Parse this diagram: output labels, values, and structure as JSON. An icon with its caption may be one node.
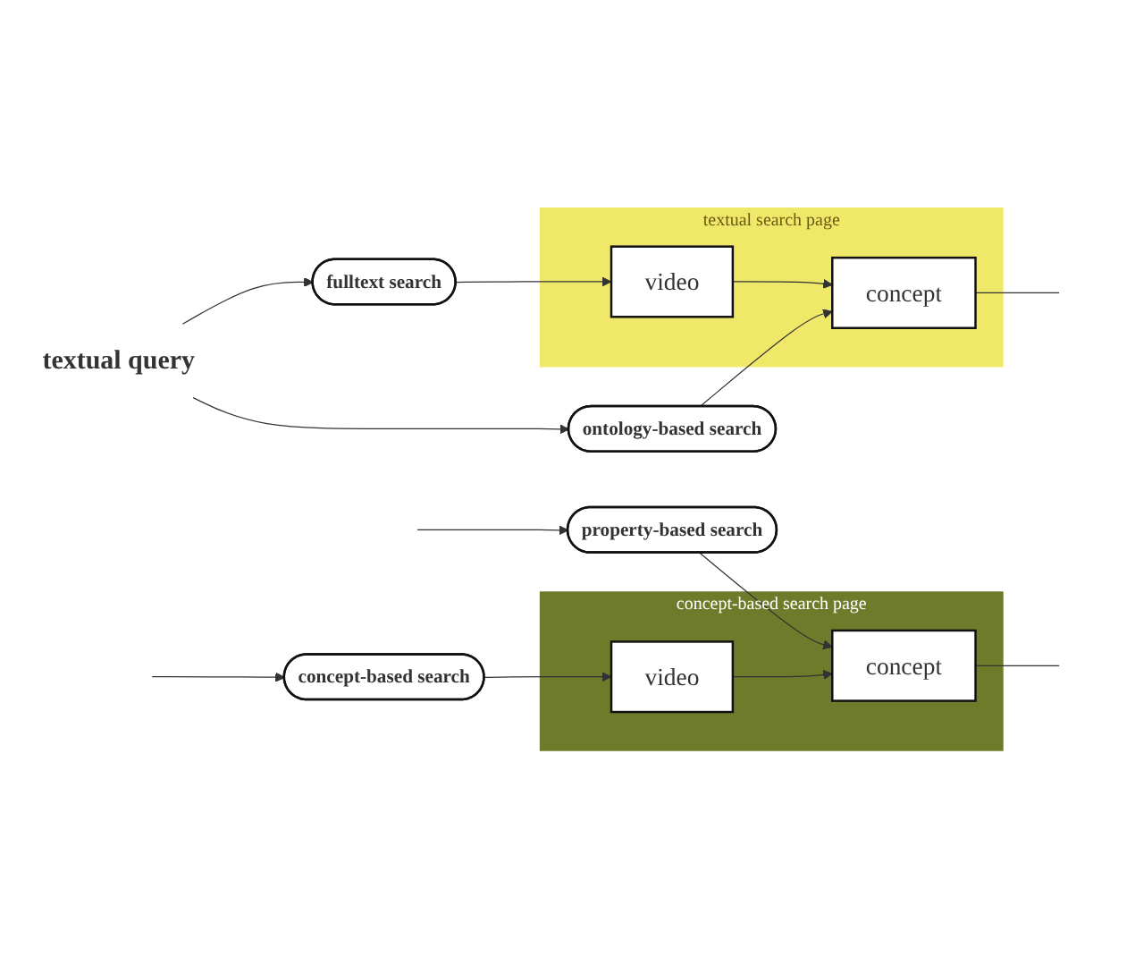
{
  "diagram": {
    "nodes": [
      {
        "text": [
          "textual query"
        ]
      },
      {
        "text": [
          "fulltext search"
        ]
      },
      {
        "text": [
          "ontology-based search"
        ]
      },
      {
        "text": [
          "textual search page"
        ]
      },
      {
        "text": [
          "video"
        ],
        "in": 3
      },
      {
        "text": [
          "concept"
        ],
        "in": 3
      },
      {
        "text": [
          "concept-based search page"
        ]
      },
      {
        "text": [
          "video"
        ],
        "in": 6
      },
      {
        "text": [
          "concept"
        ],
        "in": 6
      },
      {
        "text": [
          "concept-based search"
        ]
      },
      {
        "text": [
          "property-based search"
        ]
      }
    ],
    "edges": [
      {
        "from": 0,
        "to": 1,
        "arrow": "to"
      },
      {
        "from": 0,
        "to": 2,
        "arrow": "to"
      },
      {
        "from": 1,
        "to": 4,
        "arrow": "to"
      },
      {
        "from": 4,
        "to": 5,
        "arrow": "to"
      },
      {
        "from": 2,
        "to": 5,
        "arrow": "to"
      },
      {
        "from": 5,
        "to": null,
        "arrow": "none"
      },
      {
        "from": null,
        "to": 9,
        "arrow": "to"
      },
      {
        "from": null,
        "to": 10,
        "arrow": "to"
      },
      {
        "from": 9,
        "to": 7,
        "arrow": "to"
      },
      {
        "from": 10,
        "to": 8,
        "arrow": "to"
      },
      {
        "from": 7,
        "to": 8,
        "arrow": "to"
      },
      {
        "from": 8,
        "to": null,
        "arrow": "none"
      }
    ]
  }
}
